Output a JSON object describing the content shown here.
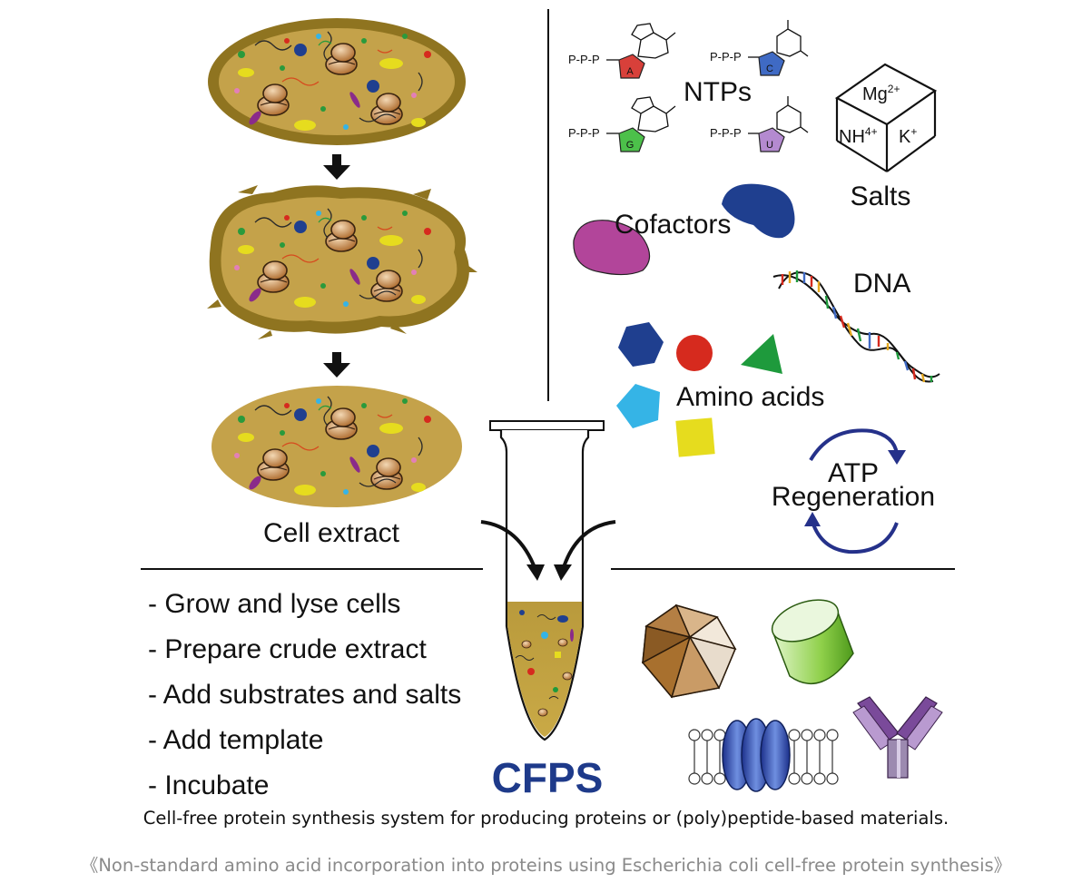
{
  "labels": {
    "ntps": "NTPs",
    "salts": "Salts",
    "cofactors": "Cofactors",
    "dna": "DNA",
    "amino_acids": "Amino acids",
    "atp_line1": "ATP",
    "atp_line2": "Regeneration",
    "cell_extract": "Cell extract",
    "cfps": "CFPS"
  },
  "nucleotides": {
    "triphosphate": "P-P-P",
    "bases": [
      "A",
      "C",
      "G",
      "U"
    ]
  },
  "salt_cube": {
    "mg": "Mg",
    "mg_charge": "2+",
    "nh": "NH",
    "nh_charge": "4+",
    "k": "K",
    "k_charge": "+"
  },
  "steps": [
    "- Grow and lyse cells",
    "- Prepare crude extract",
    "- Add substrates and salts",
    "- Add template",
    "- Incubate"
  ],
  "caption": "Cell-free protein synthesis system for producing proteins or (poly)peptide-based materials.",
  "source": "《Non-standard amino acid incorporation into proteins using Escherichia coli cell-free protein synthesis》",
  "colors": {
    "cell_fill": "#c4a24a",
    "cell_border": "#8f7420",
    "dark_blue": "#1f3f8f",
    "magenta": "#b2459a",
    "red": "#d62a1e",
    "green": "#1e9a3c",
    "cyan": "#35b4e6",
    "yellow": "#e6dc1e",
    "atp_arrow": "#25318a",
    "cfps_text": "#1e3a8a"
  }
}
